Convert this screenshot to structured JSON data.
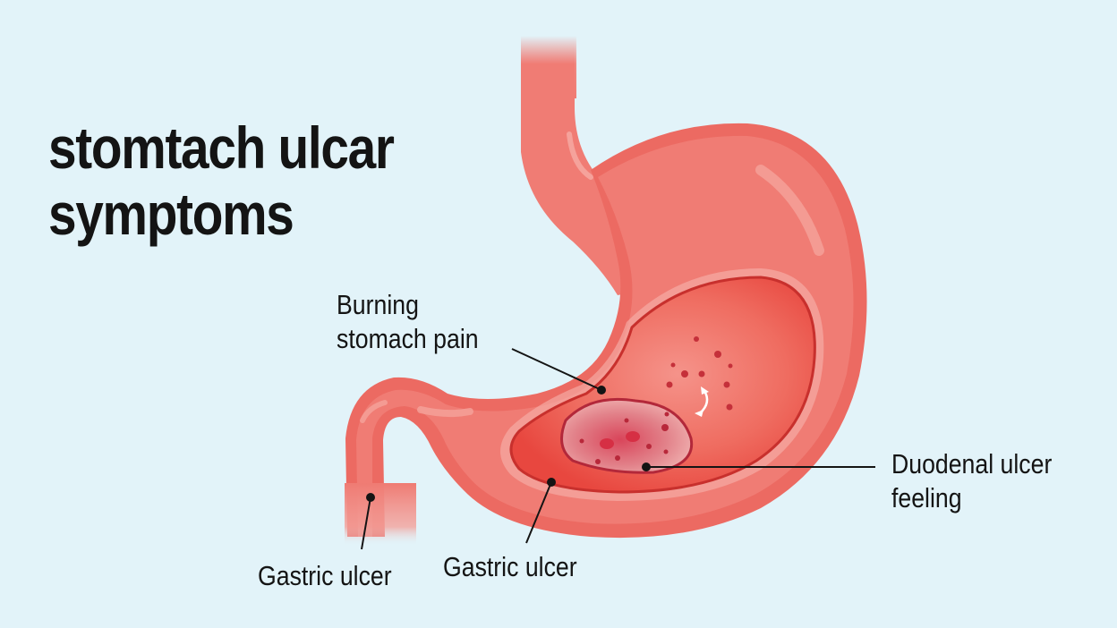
{
  "diagram": {
    "title_lines": [
      "stomtach ulcar",
      "symptoms"
    ],
    "labels": {
      "burning": [
        "Burning",
        "stomach pain"
      ],
      "duodenal": [
        "Duodenal ulcer",
        "feeling"
      ],
      "gastric_left": "Gastric ulcer",
      "gastric_center": "Gastric ulcer"
    },
    "colors": {
      "background": "#e2f3f9",
      "stomach_outer": "#ec6a62",
      "stomach_fill": "#f07c74",
      "inner_lining": "#e8473f",
      "ulcer": "#d44a5a",
      "text": "#141414"
    }
  }
}
